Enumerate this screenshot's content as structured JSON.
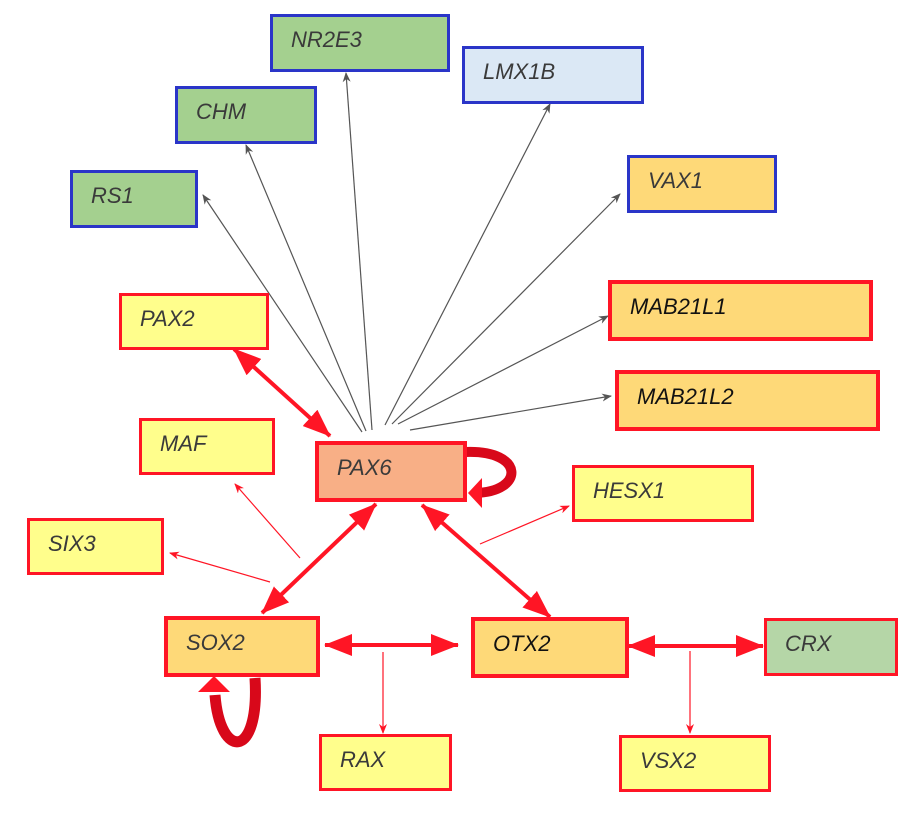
{
  "diagram": {
    "type": "gene regulatory network",
    "colors": {
      "blue_border": "#2a35c8",
      "red_border": "#ff1525",
      "green_fill": "#a4d08f",
      "light_green_fill": "#b5d6a7",
      "light_blue_fill": "#dbe8f5",
      "orange_fill": "#fed978",
      "yellow_fill": "#fffe8c",
      "salmon_fill": "#f8af86",
      "gray_edge": "#555555",
      "red_edge": "#ff1525"
    },
    "nodes": {
      "nr2e3": "NR2E3",
      "lmx1b": "LMX1B",
      "chm": "CHM",
      "vax1": "VAX1",
      "rs1": "RS1",
      "pax2": "PAX2",
      "mab21l1": "MAB21L1",
      "mab21l2": "MAB21L2",
      "maf": "MAF",
      "pax6": "PAX6",
      "hesx1": "HESX1",
      "six3": "SIX3",
      "sox2": "SOX2",
      "otx2": "OTX2",
      "crx": "CRX",
      "rax": "RAX",
      "vsx2": "VSX2"
    },
    "edges": [
      {
        "from": "PAX6",
        "to": "RS1",
        "style": "thin-gray",
        "direction": "forward"
      },
      {
        "from": "PAX6",
        "to": "CHM",
        "style": "thin-gray",
        "direction": "forward"
      },
      {
        "from": "PAX6",
        "to": "NR2E3",
        "style": "thin-gray",
        "direction": "forward"
      },
      {
        "from": "PAX6",
        "to": "LMX1B",
        "style": "thin-gray",
        "direction": "forward"
      },
      {
        "from": "PAX6",
        "to": "VAX1",
        "style": "thin-gray",
        "direction": "forward"
      },
      {
        "from": "PAX6",
        "to": "MAB21L1",
        "style": "thin-gray",
        "direction": "forward"
      },
      {
        "from": "PAX6",
        "to": "MAB21L2",
        "style": "thin-gray",
        "direction": "forward"
      },
      {
        "from": "PAX6",
        "to": "PAX2",
        "style": "thick-red",
        "direction": "both"
      },
      {
        "from": "PAX6",
        "to": "PAX6",
        "style": "thick-red",
        "direction": "self"
      },
      {
        "from": "PAX6",
        "to": "SOX2",
        "style": "thick-red",
        "direction": "both"
      },
      {
        "from": "PAX6",
        "to": "OTX2",
        "style": "thick-red",
        "direction": "both"
      },
      {
        "from": "PAX6-OTX2",
        "to": "HESX1",
        "style": "thin-red",
        "direction": "forward"
      },
      {
        "from": "PAX6-SOX2",
        "to": "MAF",
        "style": "thin-red",
        "direction": "forward"
      },
      {
        "from": "PAX6-SOX2",
        "to": "SIX3",
        "style": "thin-red",
        "direction": "forward"
      },
      {
        "from": "SOX2",
        "to": "SOX2",
        "style": "thick-red",
        "direction": "self"
      },
      {
        "from": "SOX2",
        "to": "OTX2",
        "style": "thick-red",
        "direction": "both"
      },
      {
        "from": "SOX2-OTX2",
        "to": "RAX",
        "style": "thin-red",
        "direction": "forward"
      },
      {
        "from": "OTX2",
        "to": "CRX",
        "style": "thick-red",
        "direction": "both"
      },
      {
        "from": "OTX2-CRX",
        "to": "VSX2",
        "style": "thin-red",
        "direction": "forward"
      }
    ]
  }
}
